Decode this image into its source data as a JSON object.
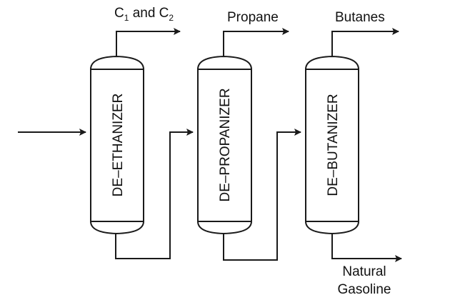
{
  "diagram": {
    "type": "process-flow",
    "feed": {
      "label": ""
    },
    "columns": [
      {
        "id": "de-ethanizer",
        "label": "DE–ETHANIZER",
        "overhead_product": "C1 and C2",
        "overhead_label_parts": [
          "C",
          "1",
          " and C",
          "2"
        ]
      },
      {
        "id": "de-propanizer",
        "label": "DE–PROPANIZER",
        "overhead_product": "Propane"
      },
      {
        "id": "de-butanizer",
        "label": "DE–BUTANIZER",
        "overhead_product": "Butanes",
        "bottoms_product_lines": [
          "Natural",
          "Gasoline"
        ]
      }
    ],
    "connections": [
      {
        "from": "feed",
        "to": "de-ethanizer"
      },
      {
        "from": "de-ethanizer.bottom",
        "to": "de-propanizer"
      },
      {
        "from": "de-propanizer.bottom",
        "to": "de-butanizer"
      },
      {
        "from": "de-ethanizer.top",
        "to": "C1 and C2"
      },
      {
        "from": "de-propanizer.top",
        "to": "Propane"
      },
      {
        "from": "de-butanizer.top",
        "to": "Butanes"
      },
      {
        "from": "de-butanizer.bottom",
        "to": "Natural Gasoline"
      }
    ]
  }
}
